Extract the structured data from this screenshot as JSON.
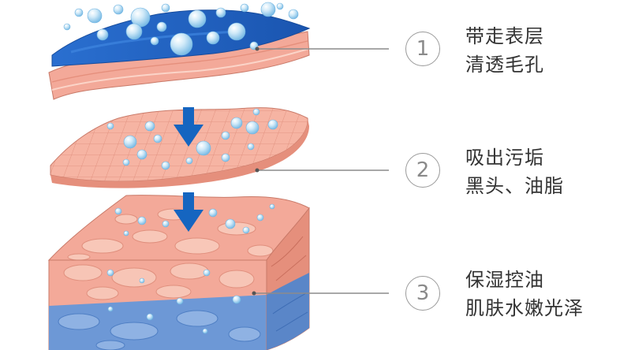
{
  "steps": [
    {
      "number": "1",
      "line1": "带走表层",
      "line2": "清透毛孔"
    },
    {
      "number": "2",
      "line1": "吸出污垢",
      "line2": "黑头、油脂"
    },
    {
      "number": "3",
      "line1": "保湿控油",
      "line2": "肌肤水嫩光泽"
    }
  ],
  "colors": {
    "skin": "#f3a999",
    "skin_light": "#f8c7b8",
    "water_blue": "#1f5fbf",
    "deep_blue": "#6d98d6",
    "arrow": "#1565c0",
    "bubble": "#9fd2ee",
    "line": "#8c8c8c"
  }
}
